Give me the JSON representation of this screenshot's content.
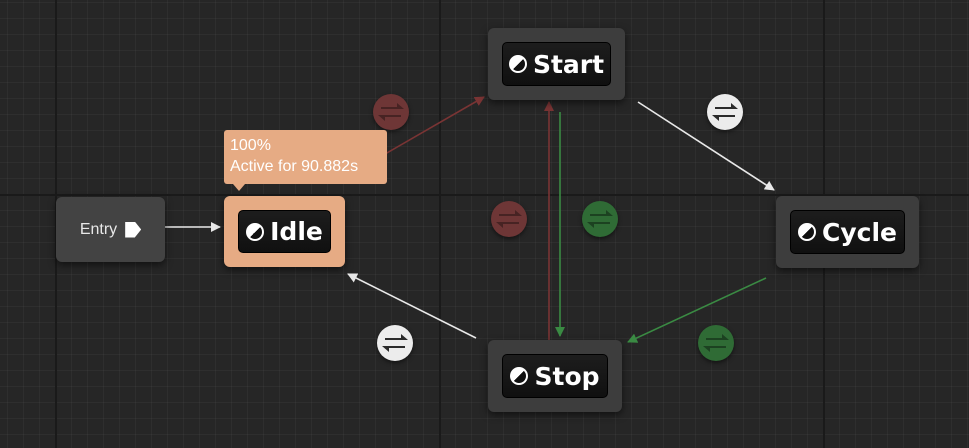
{
  "entry": {
    "label": "Entry",
    "icon": "entry-arrow-icon"
  },
  "states": {
    "idle": {
      "label": "Idle",
      "icon": "state-icon",
      "active": true
    },
    "start": {
      "label": "Start",
      "icon": "state-icon"
    },
    "cycle": {
      "label": "Cycle",
      "icon": "state-icon"
    },
    "stop": {
      "label": "Stop",
      "icon": "state-icon"
    }
  },
  "active_tooltip": {
    "weight": "100%",
    "active_for": "Active for 90.882s"
  },
  "transitions": [
    {
      "from": "Idle",
      "to": "Start",
      "status": "inactive",
      "color": "#8a3b3b"
    },
    {
      "from": "Start",
      "to": "Cycle",
      "status": "enabled",
      "color": "#ececec"
    },
    {
      "from": "Cycle",
      "to": "Stop",
      "status": "valid",
      "color": "#2f6b35"
    },
    {
      "from": "Stop",
      "to": "Start",
      "status": "inactive",
      "color": "#8a3b3b"
    },
    {
      "from": "Start",
      "to": "Stop",
      "status": "valid",
      "color": "#2f6b35"
    },
    {
      "from": "Stop",
      "to": "Idle",
      "status": "enabled",
      "color": "#ececec"
    }
  ],
  "colors": {
    "graph_background": "#262626",
    "node": "#3d3d3d",
    "active_node": "#e6ab84",
    "wire": "#e8e8e8"
  }
}
